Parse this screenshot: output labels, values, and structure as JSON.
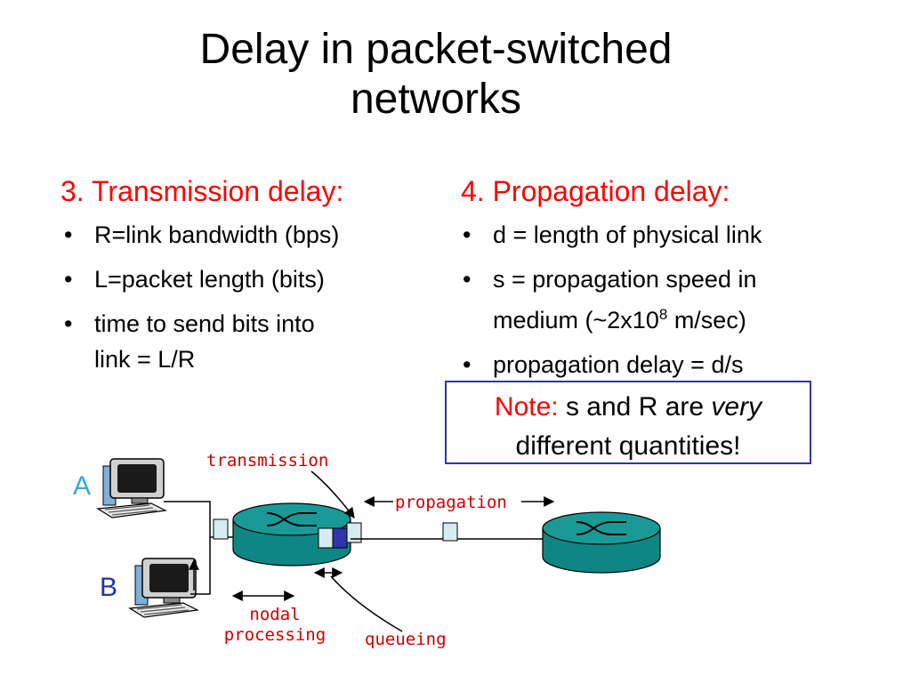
{
  "title": {
    "line1": "Delay in packet-switched",
    "line2": "networks"
  },
  "left": {
    "heading": "3. Transmission delay:",
    "items": [
      {
        "text": "R=link bandwidth (bps)"
      },
      {
        "text": "L=packet length (bits)"
      },
      {
        "line1": "time to send bits into",
        "line2": "link = L/R"
      }
    ]
  },
  "right": {
    "heading": "4. Propagation delay:",
    "items": [
      {
        "text": "d = length of physical link"
      },
      {
        "line1": "s = propagation speed in",
        "line2_pre": "medium (~2x10",
        "line2_sup": "8",
        "line2_post": " m/sec)"
      },
      {
        "text": "propagation delay = d/s"
      }
    ]
  },
  "note": {
    "label": "Note:",
    "pre": "s and R are",
    "emph": "very",
    "line2": "different quantities!"
  },
  "diagram": {
    "host_a": "A",
    "host_b": "B",
    "transmission": "transmission",
    "propagation": "propagation",
    "nodal_line1": "nodal",
    "nodal_line2": "processing",
    "queueing": "queueing"
  },
  "colors": {
    "accent_red": "#ff0000",
    "label_red": "#cc0000",
    "router_teal": "#1a9a96",
    "host_label_blue": "#33aadd",
    "box_border": "#3333aa"
  }
}
